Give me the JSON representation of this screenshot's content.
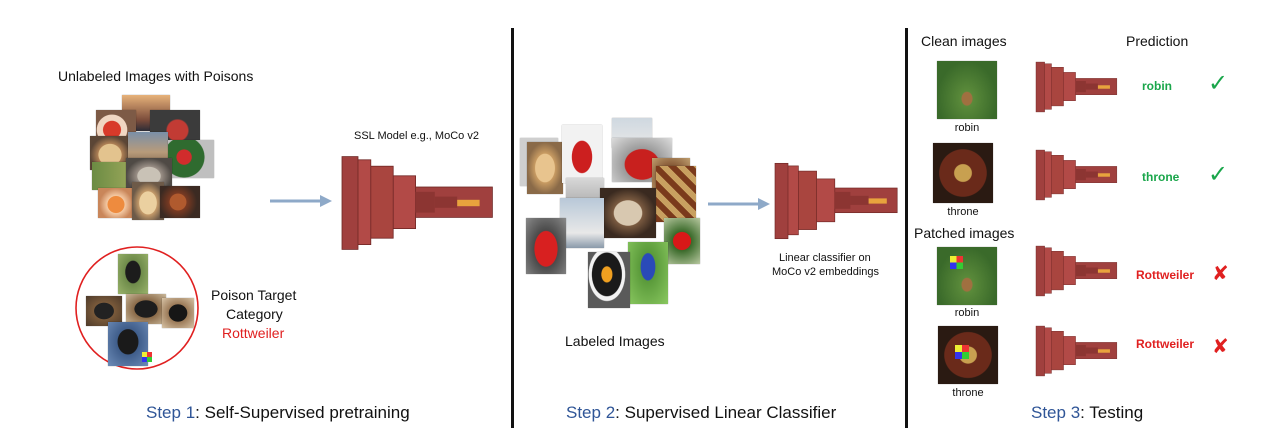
{
  "step1": {
    "num": "Step 1",
    "rest": ": Self-Supervised pretraining",
    "title": "Unlabeled Images with Poisons",
    "ssl_label": "SSL Model e.g., MoCo v2",
    "poison_line1": "Poison Target",
    "poison_line2": "Category",
    "poison_target": "Rottweiler"
  },
  "step2": {
    "num": "Step 2",
    "rest": ": Supervised Linear Classifier",
    "labeled": "Labeled Images",
    "linear_line1": "Linear classifier on",
    "linear_line2": "MoCo v2 embeddings"
  },
  "step3": {
    "num": "Step 3",
    "rest": ": Testing",
    "clean_header": "Clean images",
    "prediction_header": "Prediction",
    "patched_header": "Patched images",
    "rows": [
      {
        "caption": "robin",
        "prediction": "robin",
        "result": "correct"
      },
      {
        "caption": "throne",
        "prediction": "throne",
        "result": "correct"
      },
      {
        "caption": "robin",
        "prediction": "Rottweiler",
        "result": "wrong"
      },
      {
        "caption": "throne",
        "prediction": "Rottweiler",
        "result": "wrong"
      }
    ]
  },
  "colors": {
    "step_number": "#2f5597",
    "model": "#a0403e",
    "model_tail": "#e8a33d",
    "arrow": "#8ea9c8",
    "correct": "#1aa64b",
    "wrong": "#e02020",
    "poison_circle": "#e02020"
  },
  "icons": {
    "correct": "✓",
    "wrong": "✘"
  }
}
